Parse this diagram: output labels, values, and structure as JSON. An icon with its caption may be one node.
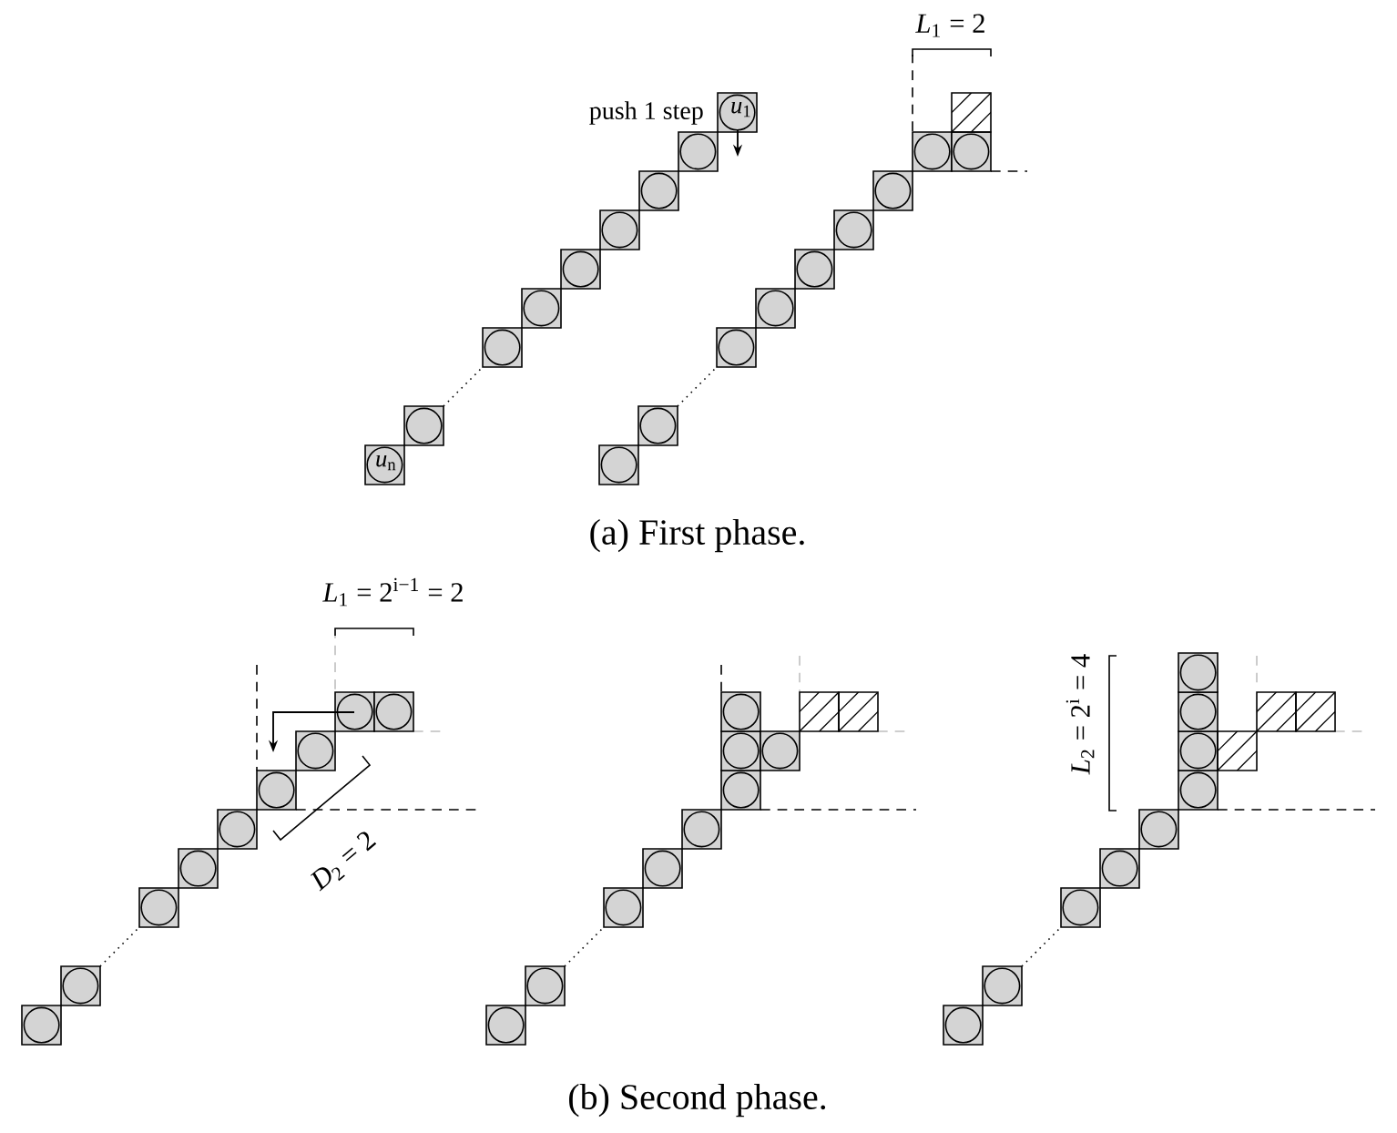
{
  "diagram": {
    "labels": [
      "push 1 step",
      "*u*$_{1}$",
      "*u*$_{n}$",
      "*L*$_{1}$ = 2",
      "*L*$_{1}$ = 2$^{i−1}$ = 2",
      "*D*$_{2}$ = 2",
      "*L*$_{2}$ = 2$^{i}$ = 4",
      "(a) First phase.",
      "(b) Second phase."
    ]
  }
}
